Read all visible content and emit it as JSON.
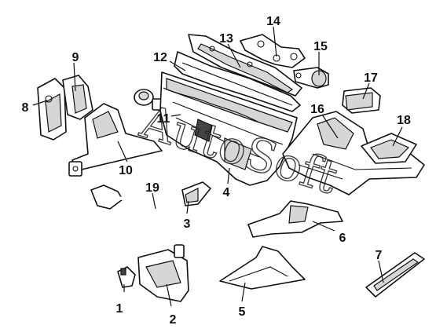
{
  "diagram": {
    "watermark": "AutoSoft",
    "labels": {
      "p1": "1",
      "p2": "2",
      "p3": "3",
      "p4": "4",
      "p5": "5",
      "p6": "6",
      "p7": "7",
      "p8": "8",
      "p9": "9",
      "p10": "10",
      "p11": "11",
      "p12": "12",
      "p13": "13",
      "p14": "14",
      "p15": "15",
      "p16": "16",
      "p17": "17",
      "p18": "18",
      "p19": "19"
    }
  }
}
